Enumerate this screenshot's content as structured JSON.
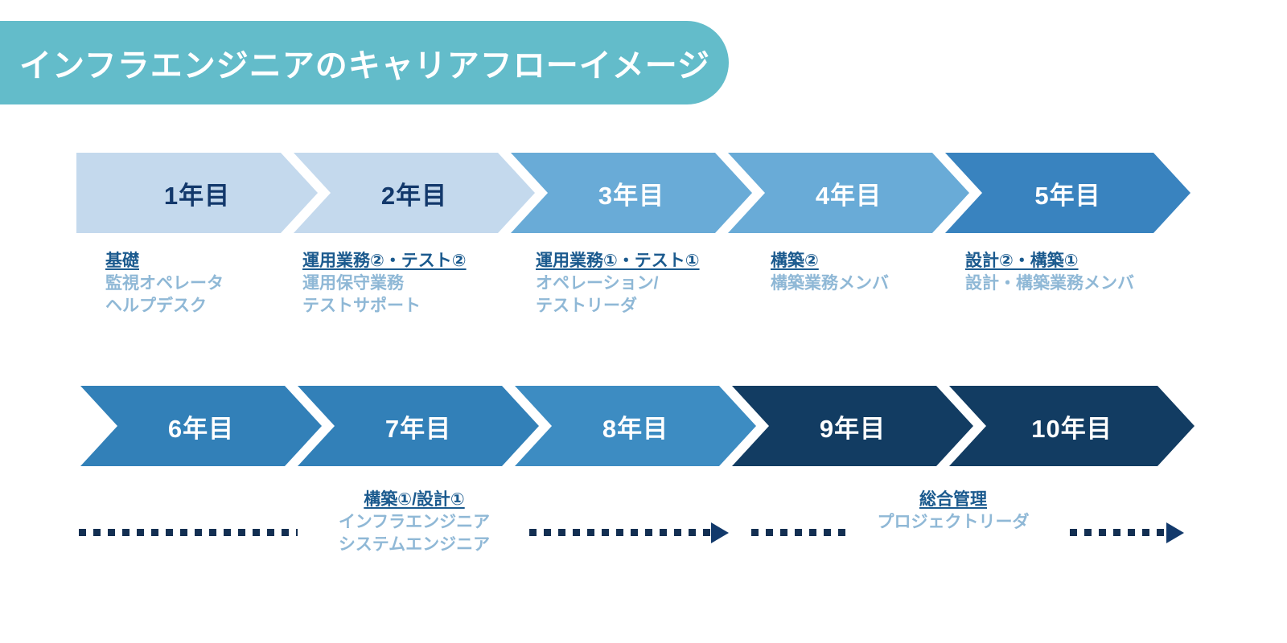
{
  "title": {
    "text": "インフラエンジニアのキャリアフローイメージ"
  },
  "colors": {
    "banner_teal": "#63bcca",
    "chev_light": "#c4d9ed",
    "chev_mid": "#69abd7",
    "chev_blue": "#3983bf",
    "chev_strong": "#3280b8",
    "chev_navy": "#123c62",
    "head_text": "#1b5a8e",
    "sub_text": "#8fb8d6",
    "arrow_navy": "#12396b"
  },
  "row1": {
    "steps": [
      {
        "label": "1年目",
        "fill": "#c4d9ed",
        "text_color": "#12386b"
      },
      {
        "label": "2年目",
        "fill": "#c4d9ed",
        "text_color": "#12386b"
      },
      {
        "label": "3年目",
        "fill": "#69abd7",
        "text_color": "#ffffff"
      },
      {
        "label": "4年目",
        "fill": "#69abd7",
        "text_color": "#ffffff"
      },
      {
        "label": "5年目",
        "fill": "#3983bf",
        "text_color": "#ffffff"
      }
    ],
    "captions": [
      {
        "head": "基礎",
        "subs": [
          "監視オペレータ",
          "ヘルプデスク"
        ]
      },
      {
        "head": "運用業務②・テスト②",
        "subs": [
          "運用保守業務",
          "テストサポート"
        ]
      },
      {
        "head": "運用業務①・テスト①",
        "subs": [
          "オペレーション/",
          "テストリーダ"
        ]
      },
      {
        "head": "構築②",
        "subs": [
          "構築業務メンバ"
        ]
      },
      {
        "head": "設計②・構築①",
        "subs": [
          "設計・構築業務メンバ"
        ]
      }
    ]
  },
  "row2": {
    "steps": [
      {
        "label": "6年目",
        "fill": "#3280b8",
        "text_color": "#ffffff"
      },
      {
        "label": "7年目",
        "fill": "#3280b8",
        "text_color": "#ffffff"
      },
      {
        "label": "8年目",
        "fill": "#3d8cc2",
        "text_color": "#ffffff"
      },
      {
        "label": "9年目",
        "fill": "#123c62",
        "text_color": "#ffffff"
      },
      {
        "label": "10年目",
        "fill": "#123c62",
        "text_color": "#ffffff"
      }
    ],
    "captions": [
      {
        "head": "構築①/設計①",
        "subs": [
          "インフラエンジニア",
          "システムエンジニア"
        ]
      },
      {
        "head": "総合管理",
        "subs": [
          "プロジェクトリーダ"
        ]
      }
    ]
  }
}
